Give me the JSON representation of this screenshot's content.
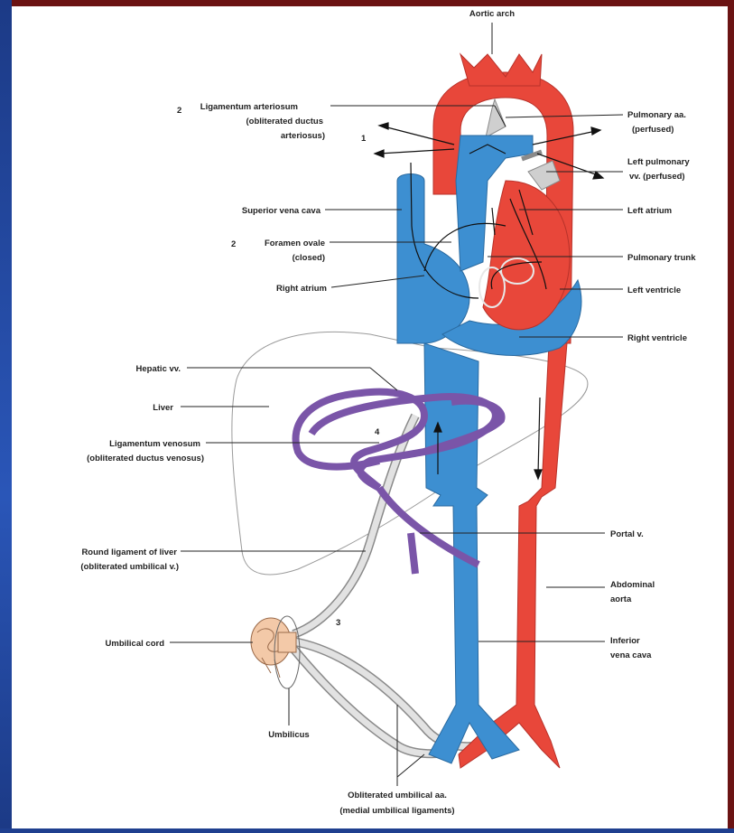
{
  "labels": {
    "aortic_arch": "Aortic arch",
    "lig_arteriosum_l1": "Ligamentum arteriosum",
    "lig_arteriosum_l2": "(obliterated ductus",
    "lig_arteriosum_l3": "arteriosus)",
    "num_2a": "2",
    "num_1": "1",
    "pulmonary_aa_l1": "Pulmonary aa.",
    "pulmonary_aa_l2": "(perfused)",
    "left_pulm_vv_l1": "Left pulmonary",
    "left_pulm_vv_l2": "vv. (perfused)",
    "svc": "Superior vena cava",
    "left_atrium": "Left atrium",
    "num_2b": "2",
    "foramen_ovale_l1": "Foramen ovale",
    "foramen_ovale_l2": "(closed)",
    "pulmonary_trunk": "Pulmonary trunk",
    "right_atrium": "Right atrium",
    "left_ventricle": "Left ventricle",
    "right_ventricle": "Right ventricle",
    "hepatic_vv": "Hepatic vv.",
    "liver": "Liver",
    "num_4": "4",
    "lig_venosum_l1": "Ligamentum venosum",
    "lig_venosum_l2": "(obliterated ductus venosus)",
    "portal_v": "Portal v.",
    "round_lig_l1": "Round ligament of liver",
    "round_lig_l2": "(obliterated umbilical v.)",
    "abdominal_aorta_l1": "Abdominal",
    "abdominal_aorta_l2": "aorta",
    "num_3": "3",
    "umbilical_cord": "Umbilical cord",
    "ivc_l1": "Inferior",
    "ivc_l2": "vena cava",
    "umbilicus": "Umbilicus",
    "obl_umb_aa_l1": "Obliterated umbilical aa.",
    "obl_umb_aa_l2": "(medial umbilical ligaments)"
  },
  "colors": {
    "artery": "#e8473a",
    "vein": "#3d8fd1",
    "portal": "#7a55a8",
    "ligament": "#cfcfcf",
    "cord": "#f3c9a8",
    "frame": "#6b1313",
    "background": "#1f3f8f"
  }
}
